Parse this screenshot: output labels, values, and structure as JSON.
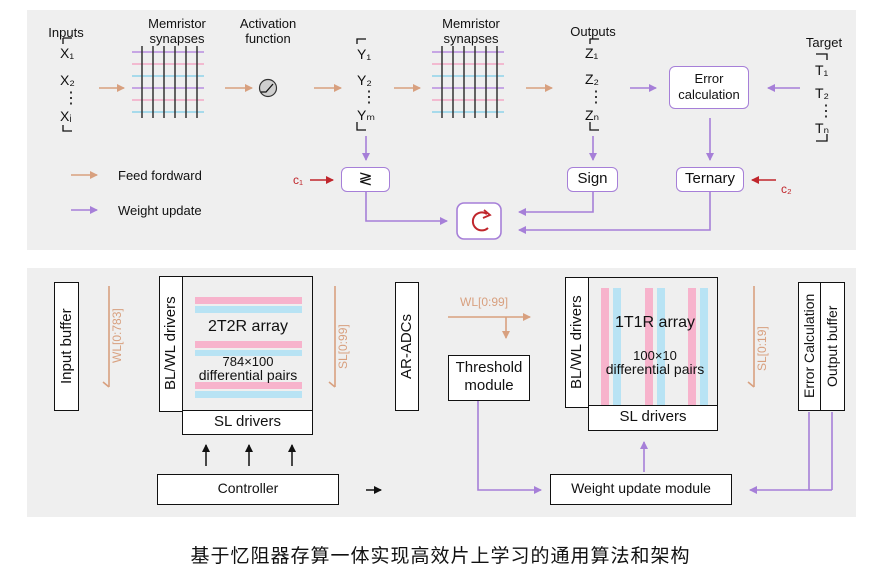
{
  "colors": {
    "feed_forward": "#d8a07f",
    "weight_update": "#a67fd8",
    "threshold_red": "#c0262c",
    "wire_pink": "#f3a9c6",
    "wire_blue": "#8fd3ea",
    "wire_purple": "#b98ee0"
  },
  "top": {
    "inputs_label": "Inputs",
    "x1": "X₁",
    "x2": "X₂",
    "xdots": "⋮",
    "xI": "Xᵢ",
    "synapses1_label": "Memristor\nsynapses",
    "activation_label": "Activation\nfunction",
    "y1": "Y₁",
    "y2": "Y₂",
    "ydots": "⋮",
    "yM": "Yₘ",
    "synapses2_label": "Memristor\nsynapses",
    "outputs_label": "Outputs",
    "z1": "Z₁",
    "z2": "Z₂",
    "zdots": "⋮",
    "zN": "Zₙ",
    "error_label": "Error\ncalculation",
    "target_label": "Target",
    "t1": "T₁",
    "t2": "T₂",
    "tdots": "⋮",
    "tN": "Tₙ",
    "c1": "c₁",
    "c2": "c₂",
    "threshold_symbol": "≷",
    "sign_label": "Sign",
    "ternary_label": "Ternary",
    "legend_ff": "Feed fordward",
    "legend_wu": "Weight update"
  },
  "bottom": {
    "input_buffer": "Input buffer",
    "wl_in": "WL[0:783]",
    "blwl_drivers1": "BL/WL drivers",
    "array1_title": "2T2R array",
    "array1_dims": "784×100",
    "array1_desc": "differential pairs",
    "sl_drivers1": "SL drivers",
    "sl_out1": "SL[0:99]",
    "ar_adcs": "AR-ADCs",
    "wl_mid": "WL[0:99]",
    "threshold_module": "Threshold\nmodule",
    "blwl_drivers2": "BL/WL drivers",
    "array2_title": "1T1R array",
    "array2_dims": "100×10",
    "array2_desc": "differential pairs",
    "sl_drivers2": "SL drivers",
    "sl_out2": "SL[0:19]",
    "error_calc": "Error Calculation",
    "output_buffer": "Output buffer",
    "controller": "Controller",
    "weight_update_module": "Weight update module"
  },
  "caption": "基于忆阻器存算一体实现高效片上学习的通用算法和架构"
}
